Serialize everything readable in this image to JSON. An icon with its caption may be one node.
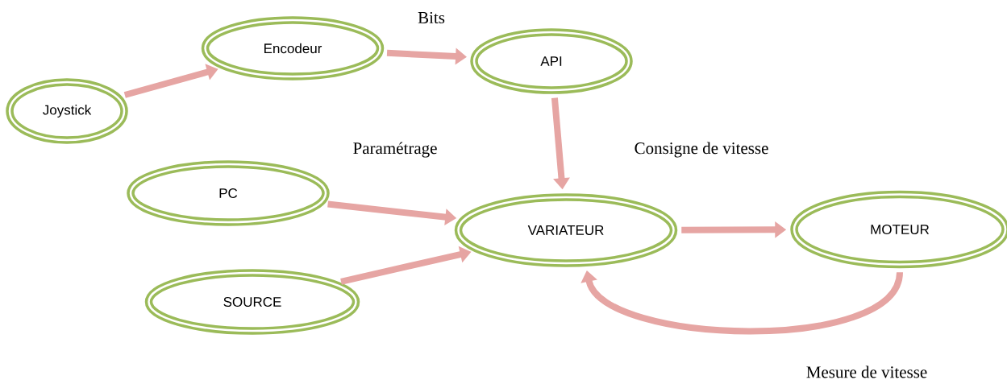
{
  "diagram": {
    "nodes": [
      {
        "text": [
          "Joystick"
        ]
      },
      {
        "text": [
          "Encodeur"
        ]
      },
      {
        "text": [
          "API"
        ]
      },
      {
        "text": [
          "PC"
        ]
      },
      {
        "text": [
          "VARIATEUR"
        ]
      },
      {
        "text": [
          "MOTEUR"
        ]
      },
      {
        "text": [
          "SOURCE"
        ]
      }
    ],
    "edges": [
      {
        "from": 0,
        "to": 1,
        "arrow": "to"
      },
      {
        "from": 1,
        "to": 2,
        "arrow": "to",
        "label": "Bits"
      },
      {
        "from": 2,
        "to": 4,
        "arrow": "to",
        "label": "Consigne de vitesse"
      },
      {
        "from": 3,
        "to": 4,
        "arrow": "to",
        "label": "Paramétrage"
      },
      {
        "from": 6,
        "to": 4,
        "arrow": "to"
      },
      {
        "from": 4,
        "to": 5,
        "arrow": "to"
      },
      {
        "from": 5,
        "to": 4,
        "arrow": "to",
        "label": "Mesure de vitesse"
      }
    ]
  }
}
